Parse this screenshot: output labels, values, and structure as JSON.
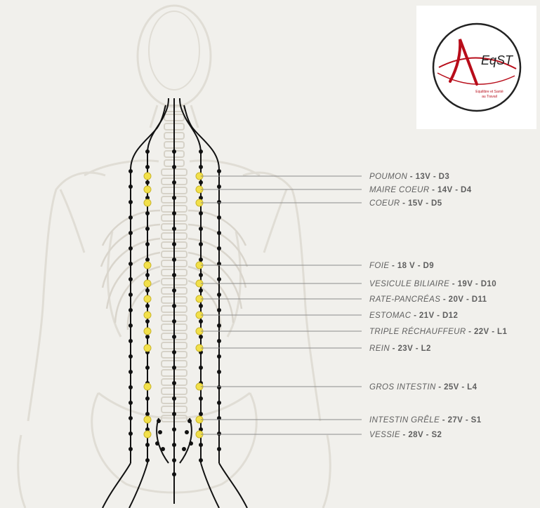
{
  "diagram": {
    "labels": [
      {
        "organ": "POUMON",
        "code": " - 13V - D3"
      },
      {
        "organ": "MAIRE COEUR",
        "code": " - 14V - D4"
      },
      {
        "organ": "COEUR",
        "code": " - 15V - D5"
      },
      {
        "organ": "FOIE",
        "code": " - 18 V - D9"
      },
      {
        "organ": "VESICULE BILIAIRE",
        "code": " - 19V - D10"
      },
      {
        "organ": "RATE-PANCRÉAS",
        "code": " - 20V - D11"
      },
      {
        "organ": "ESTOMAC",
        "code": " - 21V - D12"
      },
      {
        "organ": "TRIPLE RÉCHAUFFEUR",
        "code": " - 22V - L1"
      },
      {
        "organ": "REIN",
        "code": " - 23V - L2"
      },
      {
        "organ": "GROS INTESTIN",
        "code": " - 25V - L4"
      },
      {
        "organ": "INTESTIN GRÊLE",
        "code": " - 27V - S1"
      },
      {
        "organ": "VESSIE",
        "code": " - 28V - S2"
      }
    ],
    "colors": {
      "background": "#f1f0ec",
      "skeleton": "#e0ddd5",
      "meridian": "#111111",
      "point_yellow": "#f2e04a",
      "logo_red": "#b80d1a"
    }
  },
  "logo": {
    "name": "EqST",
    "tagline_1": "Equilibre et Santé",
    "tagline_2": "au Travail"
  }
}
